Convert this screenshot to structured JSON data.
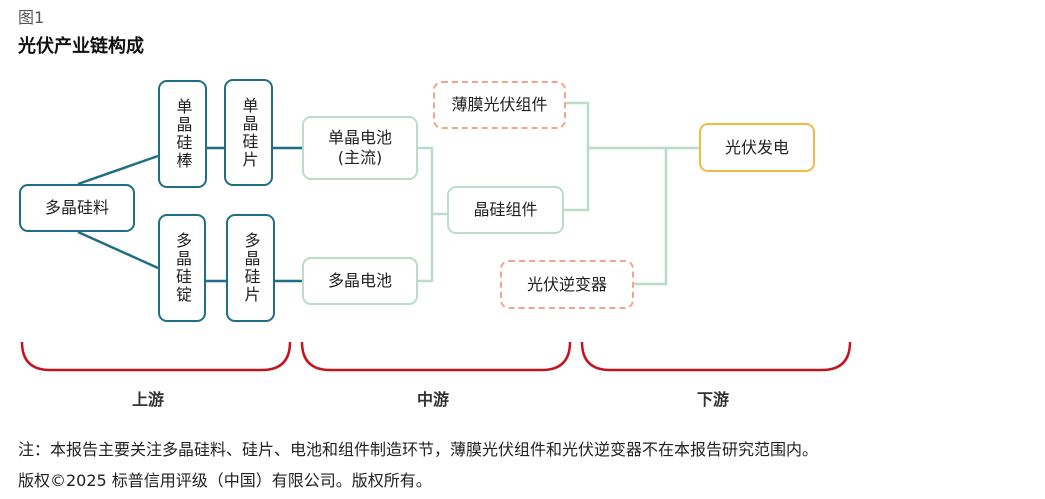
{
  "figure_label": "图1",
  "title": "光伏产业链构成",
  "nodes": {
    "polysilicon": "多晶硅料",
    "mono_ingot": "单晶硅棒",
    "mono_wafer": "单晶硅片",
    "multi_ingot": "多晶硅锭",
    "multi_wafer": "多晶硅片",
    "mono_cell": "单晶电池",
    "mono_cell_note": "(主流)",
    "multi_cell": "多晶电池",
    "thin_film_module": "薄膜光伏组件",
    "crystalline_module": "晶硅组件",
    "inverter": "光伏逆变器",
    "pv_generation": "光伏发电"
  },
  "stages": [
    "上游",
    "中游",
    "下游"
  ],
  "colors": {
    "upstream": "#1f6e84",
    "midstream": "#bcdcca",
    "excluded": "#f2a392",
    "generation": "#f0b94a",
    "bracket": "#c0161f"
  },
  "note": "注：本报告主要关注多晶硅料、硅片、电池和组件制造环节，薄膜光伏组件和光伏逆变器不在本报告研究范围内。",
  "copyright": "版权©2025 标普信用评级（中国）有限公司。版权所有。"
}
